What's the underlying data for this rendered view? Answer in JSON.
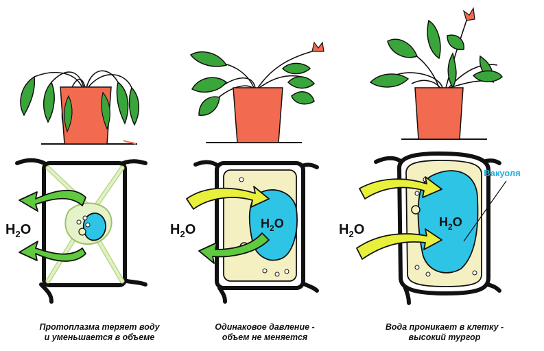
{
  "panels": [
    {
      "state": "wilted",
      "h2o_label": "H2O",
      "caption_line1": "Протоплазма теряет воду",
      "caption_line2": "и уменьшается в объеме"
    },
    {
      "state": "normal",
      "h2o_label": "H2O",
      "vacuole_text": "H2O",
      "caption_line1": "Одинаковое давление -",
      "caption_line2": "объем не меняется"
    },
    {
      "state": "turgid",
      "h2o_label": "H2O",
      "vacuole_text": "H2O",
      "vacuole_label": "Вакуоля",
      "caption_line1": "Вода проникает в клетку -",
      "caption_line2": "высокий тургор"
    }
  ],
  "colors": {
    "pot": "#f26a4f",
    "leaf": "#3aa53a",
    "leaf_dark": "#1b4a22",
    "arrow": "#e8f03c",
    "arrow_out": "#5fc93f",
    "cytoplasm": "#f4f0c2",
    "vacuole": "#2ec4e6",
    "outline": "#111111",
    "vacuole_label": "#1ab0e0"
  }
}
